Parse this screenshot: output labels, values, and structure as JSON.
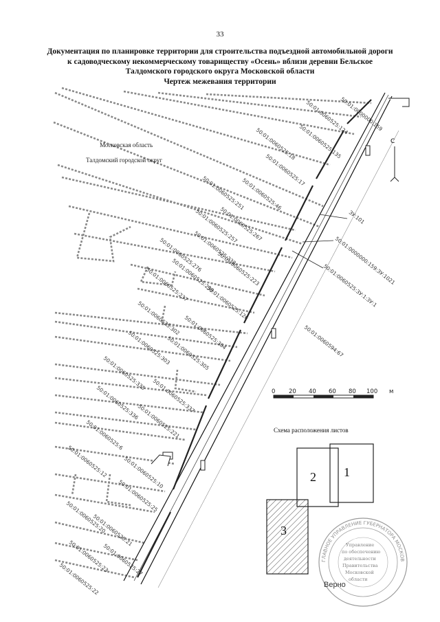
{
  "page_number": "33",
  "title_lines": [
    "Документация по планировке территории для строительства подъездной автомобильной дороги",
    "к садоводческому некоммерческому товариществу «Осень» вблизи деревни Бельское",
    "Талдомского городского округа Московской области",
    "Чертеж межевания территории"
  ],
  "region_labels": {
    "oblast": "Московская область",
    "okrug": "Талдомский городской округ"
  },
  "parcel_labels": [
    "50:01:0060525:124",
    "50:01:0060525:135",
    "50:01:0060525:18",
    "50:01:0060525:17",
    "50:01:0060525:251",
    "50:01:0060525:46",
    "50:01:0060525:257",
    "50:01:0060525:267",
    "50:01:0060525:238",
    "50:01:0060525:276",
    "50:01:0060525:223",
    "50:01:0060525:239",
    "50:01:0060525:237",
    "50:01:0060525:126",
    "50:01:0060525:302",
    "50:01:0060525:304",
    "50:01:0060525:303",
    "50:01:0060525:305",
    "50:01:0060525:335",
    "50:01:0060525:336",
    "50:01:0060525:337",
    "50:01:0060525:221",
    "50:01:0060525:6",
    "50:01:0060525:12",
    "50:01:0060525:10",
    "50:01:0060525:25",
    "50:01:0060525:20",
    "50:01:0060525:21",
    "50:01:0060525:23",
    "50:01:0060525:27",
    "50:01:0060525:22",
    "50:01:0000000:159",
    "50:01:0060594:67"
  ],
  "line_labels": [
    "ЗУ:101",
    "50:01:0000000:159:ЗУ:1021",
    "50:01:0060525:ЗУ:1:ЗУ:1"
  ],
  "scale_bar": {
    "ticks": [
      "0",
      "20",
      "40",
      "60",
      "80",
      "100"
    ],
    "unit": "м"
  },
  "north_arrow_label": "С",
  "sheet_scheme": {
    "title": "Схема расположения листов",
    "sheets": [
      "1",
      "2",
      "3"
    ]
  },
  "stamp": {
    "ring_text": "ГЛАВНОЕ УПРАВЛЕНИЕ ГУБЕРНАТОРА МОСКОВСКОЙ ОБЛАСТИ",
    "center_lines": [
      "Управление",
      "по обеспечению",
      "деятельности",
      "Правительства",
      "Московской",
      "области"
    ]
  },
  "verno": "Верно"
}
